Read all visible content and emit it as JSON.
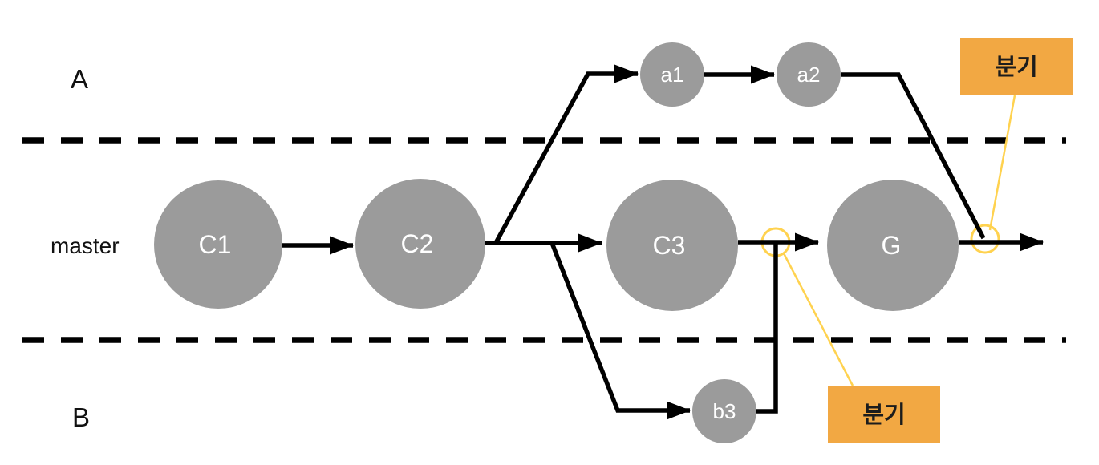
{
  "colors": {
    "node_gray": "#9b9b9b",
    "edge_black": "#000000",
    "annotation_orange": "#f2a843",
    "callout_yellow": "#ffd24f",
    "node_text_white": "#ffffff"
  },
  "lanes": {
    "a": {
      "label": "A"
    },
    "master": {
      "label": "master"
    },
    "b": {
      "label": "B"
    }
  },
  "nodes": {
    "c1": {
      "label": "C1"
    },
    "c2": {
      "label": "C2"
    },
    "c3": {
      "label": "C3"
    },
    "g": {
      "label": "G"
    },
    "a1": {
      "label": "a1"
    },
    "a2": {
      "label": "a2"
    },
    "b3": {
      "label": "b3"
    }
  },
  "annotations": {
    "top": {
      "label": "분기"
    },
    "bottom": {
      "label": "분기"
    }
  }
}
